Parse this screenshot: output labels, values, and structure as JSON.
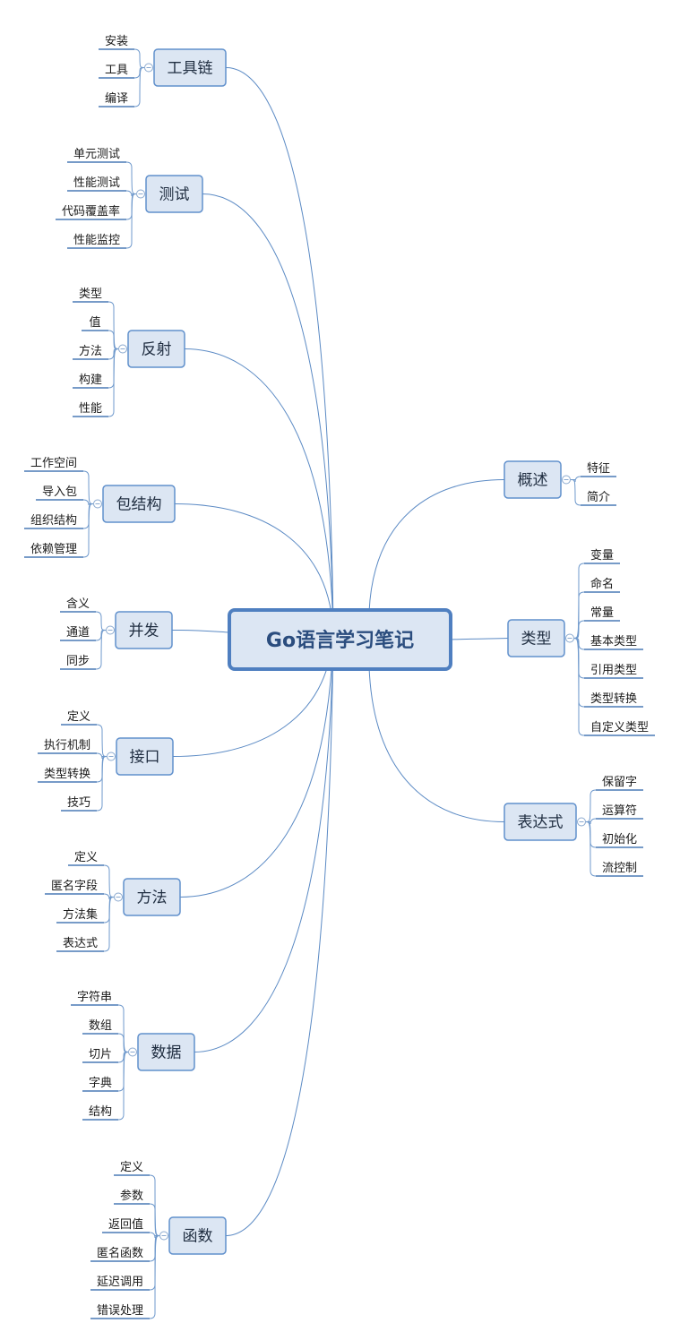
{
  "root": {
    "label": "Go语言学习笔记"
  },
  "branches": [
    {
      "id": "toolchain",
      "label": "工具链",
      "side": "left",
      "children": [
        "安装",
        "工具",
        "编译"
      ]
    },
    {
      "id": "testing",
      "label": "测试",
      "side": "left",
      "children": [
        "单元测试",
        "性能测试",
        "代码覆盖率",
        "性能监控"
      ]
    },
    {
      "id": "reflection",
      "label": "反射",
      "side": "left",
      "children": [
        "类型",
        "值",
        "方法",
        "构建",
        "性能"
      ]
    },
    {
      "id": "package",
      "label": "包结构",
      "side": "left",
      "children": [
        "工作空间",
        "导入包",
        "组织结构",
        "依赖管理"
      ]
    },
    {
      "id": "concurrency",
      "label": "并发",
      "side": "left",
      "children": [
        "含义",
        "通道",
        "同步"
      ]
    },
    {
      "id": "interface",
      "label": "接口",
      "side": "left",
      "children": [
        "定义",
        "执行机制",
        "类型转换",
        "技巧"
      ]
    },
    {
      "id": "method",
      "label": "方法",
      "side": "left",
      "children": [
        "定义",
        "匿名字段",
        "方法集",
        "表达式"
      ]
    },
    {
      "id": "data",
      "label": "数据",
      "side": "left",
      "children": [
        "字符串",
        "数组",
        "切片",
        "字典",
        "结构"
      ]
    },
    {
      "id": "function",
      "label": "函数",
      "side": "left",
      "children": [
        "定义",
        "参数",
        "返回值",
        "匿名函数",
        "延迟调用",
        "错误处理"
      ]
    },
    {
      "id": "overview",
      "label": "概述",
      "side": "right",
      "children": [
        "特征",
        "简介"
      ]
    },
    {
      "id": "types",
      "label": "类型",
      "side": "right",
      "children": [
        "变量",
        "命名",
        "常量",
        "基本类型",
        "引用类型",
        "类型转换",
        "自定义类型"
      ]
    },
    {
      "id": "expression",
      "label": "表达式",
      "side": "right",
      "children": [
        "保留字",
        "运算符",
        "初始化",
        "流控制"
      ]
    }
  ]
}
